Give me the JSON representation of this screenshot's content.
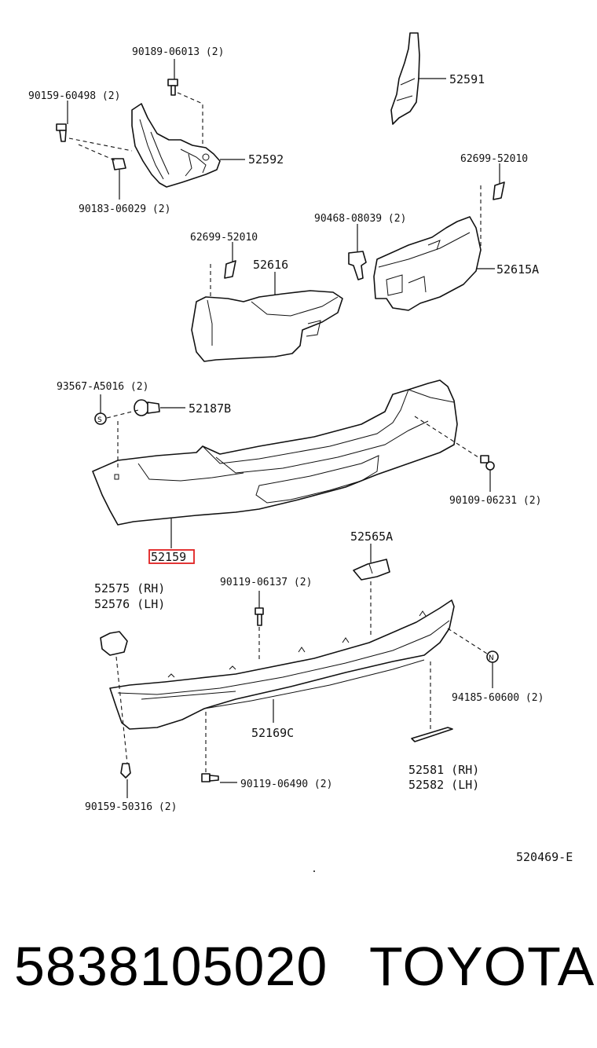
{
  "diagram": {
    "labels": {
      "p90189": "90189-06013 (2)",
      "p90159a": "90159-60498 (2)",
      "p90183": "90183-06029 (2)",
      "p52592": "52592",
      "p52591": "52591",
      "p62699a": "62699-52010",
      "p62699b": "62699-52010",
      "p90468": "90468-08039 (2)",
      "p52616": "52616",
      "p52615A": "52615A",
      "p93567": "93567-A5016 (2)",
      "p52187B": "52187B",
      "p90109": "90109-06231 (2)",
      "p52159": "52159",
      "p52565A": "52565A",
      "p52575": "52575 (RH)",
      "p52576": "52576 (LH)",
      "p90119a": "90119-06137 (2)",
      "p94185": "94185-60600 (2)",
      "p52169C": "52169C",
      "p52581": "52581 (RH)",
      "p52582": "52582 (LH)",
      "p90119b": "90119-06490 (2)",
      "p90159b": "90159-50316 (2)",
      "ref": "520469-E"
    },
    "highlight_color": "#e02020"
  },
  "footer": {
    "part_number": "5838105020",
    "brand": "TOYOTA"
  }
}
